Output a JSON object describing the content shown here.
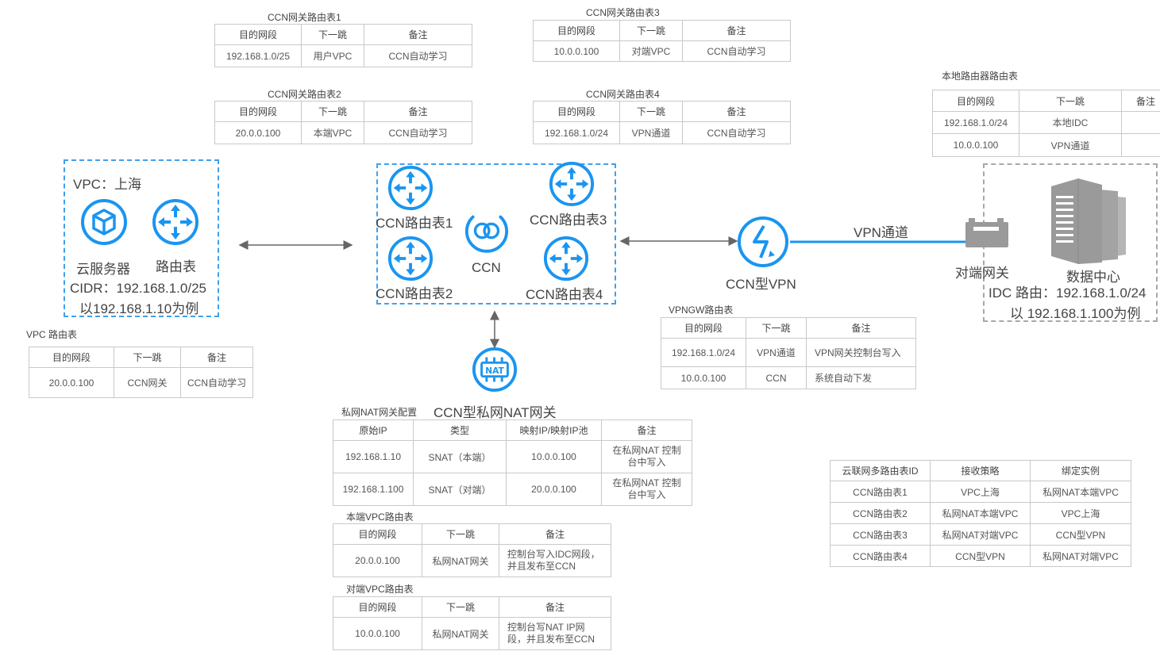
{
  "colors": {
    "accent": "#1a95f0",
    "line": "#666666",
    "gray_icon": "#9a9a9a"
  },
  "ccn_tables": {
    "t1": {
      "caption": "CCN网关路由表1",
      "rows": [
        [
          "目的网段",
          "下一跳",
          "备注"
        ],
        [
          "192.168.1.0/25",
          "用户VPC",
          "CCN自动学习"
        ]
      ]
    },
    "t2": {
      "caption": "CCN网关路由表2",
      "rows": [
        [
          "目的网段",
          "下一跳",
          "备注"
        ],
        [
          "20.0.0.100",
          "本端VPC",
          "CCN自动学习"
        ]
      ]
    },
    "t3": {
      "caption": "CCN网关路由表3",
      "rows": [
        [
          "目的网段",
          "下一跳",
          "备注"
        ],
        [
          "10.0.0.100",
          "对端VPC",
          "CCN自动学习"
        ]
      ]
    },
    "t4": {
      "caption": "CCN网关路由表4",
      "rows": [
        [
          "目的网段",
          "下一跳",
          "备注"
        ],
        [
          "192.168.1.0/24",
          "VPN通道",
          "CCN自动学习"
        ]
      ]
    }
  },
  "local_router_table": {
    "caption": "本地路由器路由表",
    "rows": [
      [
        "目的网段",
        "下一跳",
        "备注"
      ],
      [
        "192.168.1.0/24",
        "本地IDC",
        ""
      ],
      [
        "10.0.0.100",
        "VPN通道",
        ""
      ]
    ]
  },
  "vpc_table": {
    "caption": "VPC 路由表",
    "rows": [
      [
        "目的网段",
        "下一跳",
        "备注"
      ],
      [
        "20.0.0.100",
        "CCN网关",
        "CCN自动学习"
      ]
    ]
  },
  "vpngw_table": {
    "caption": "VPNGW路由表",
    "rows": [
      [
        "目的网段",
        "下一跳",
        "备注"
      ],
      [
        "192.168.1.0/24",
        "VPN通道",
        "VPN网关控制台写入"
      ],
      [
        "10.0.0.100",
        "CCN",
        "系统自动下发"
      ]
    ]
  },
  "nat_config": {
    "caption": "私网NAT网关配置",
    "rows": [
      [
        "原始IP",
        "类型",
        "映射IP/映射IP池",
        "备注"
      ],
      [
        "192.168.1.10",
        "SNAT（本端）",
        "10.0.0.100",
        "在私网NAT 控制\n台中写入"
      ],
      [
        "192.168.1.100",
        "SNAT（对端）",
        "20.0.0.100",
        "在私网NAT 控制\n台中写入"
      ]
    ]
  },
  "local_vpc_table": {
    "caption": "本端VPC路由表",
    "rows": [
      [
        "目的网段",
        "下一跳",
        "备注"
      ],
      [
        "20.0.0.100",
        "私网NAT网关",
        "控制台写入IDC网段，\n并且发布至CCN"
      ]
    ]
  },
  "peer_vpc_table": {
    "caption": "对端VPC路由表",
    "rows": [
      [
        "目的网段",
        "下一跳",
        "备注"
      ],
      [
        "10.0.0.100",
        "私网NAT网关",
        "控制台写NAT IP网\n段，并且发布至CCN"
      ]
    ]
  },
  "policy_table": {
    "rows": [
      [
        "云联网多路由表ID",
        "接收策略",
        "绑定实例"
      ],
      [
        "CCN路由表1",
        "VPC上海",
        "私网NAT本端VPC"
      ],
      [
        "CCN路由表2",
        "私网NAT本端VPC",
        "VPC上海"
      ],
      [
        "CCN路由表3",
        "私网NAT对端VPC",
        "CCN型VPN"
      ],
      [
        "CCN路由表4",
        "CCN型VPN",
        "私网NAT对端VPC"
      ]
    ]
  },
  "vpc": {
    "title": "VPC：上海",
    "server": "云服务器",
    "router": "路由表",
    "cidr": "CIDR：192.168.1.0/25",
    "example": "以192.168.1.10为例"
  },
  "ccn": {
    "rt1": "CCN路由表1",
    "rt2": "CCN路由表2",
    "rt3": "CCN路由表3",
    "rt4": "CCN路由表4",
    "center": "CCN"
  },
  "vpn": {
    "label": "CCN型VPN",
    "tunnel": "VPN通道"
  },
  "nat": {
    "label": "CCN型私网NAT网关",
    "badge": "NAT"
  },
  "idc": {
    "gateway": "对端网关",
    "dc": "数据中心",
    "route": "IDC 路由：192.168.1.0/24",
    "example": "以 192.168.1.100为例"
  },
  "icons": [
    "cloud-server-icon",
    "router-icon",
    "ccn-icon",
    "vpn-icon",
    "nat-icon",
    "gateway-icon",
    "server-tower-icon"
  ]
}
